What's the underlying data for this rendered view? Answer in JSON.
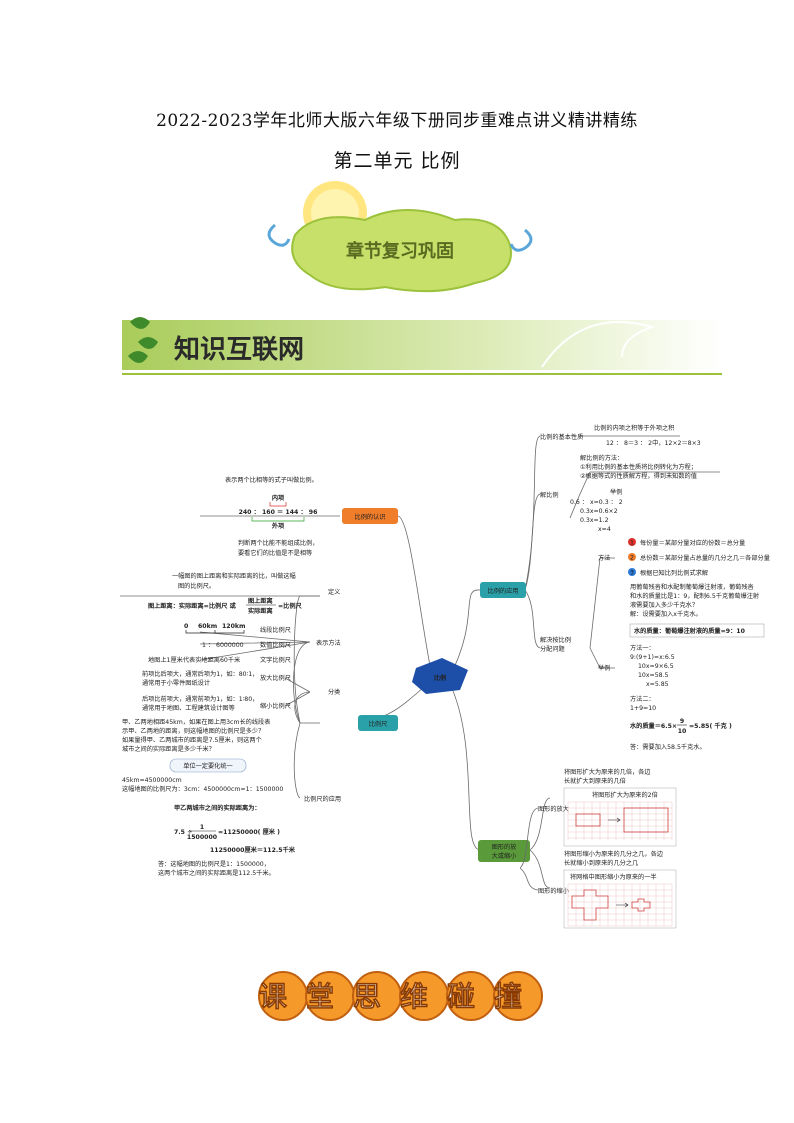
{
  "document": {
    "title": "2022-2023学年北师大版六年级下册同步重难点讲义精讲精练",
    "unit": "第二单元  比例"
  },
  "banners": {
    "chapter_review": "章节复习巩固",
    "knowledge_network": "知识互联网",
    "classroom": "课堂思维碰撞"
  },
  "mindmap": {
    "center": "比例",
    "left": {
      "recognition": {
        "label": "比例的认识",
        "def": "表示两个比相等的式子叫做比例。",
        "inner": "内项",
        "example": "240 ： 160 ＝ 144 ： 96",
        "outer": "外项",
        "judge1": "判断两个比能不能组成比例，",
        "judge2": "要看它们的比值是不是相等"
      },
      "scale": {
        "label": "比例尺",
        "definition": {
          "label": "定义",
          "text1": "一幅图的图上距离和实际距离的比，叫做这幅",
          "text2": "图的比例尺。",
          "formula_left": "图上距离：实际距离=比例尺  或",
          "frac_top": "图上距离",
          "frac_bottom": "实际距离",
          "formula_right": "=比例尺"
        },
        "representation": {
          "label": "表示方法",
          "line_scale": "线段比例尺",
          "ruler_0": "0",
          "ruler_60": "60km",
          "ruler_120": "120km",
          "numeric_scale": "数值比例尺",
          "numeric_example": "1 ： 6000000",
          "text_scale": "文字比例尺",
          "text_example": "地图上1厘米代表实地距离60千米"
        },
        "classification": {
          "label": "分类",
          "enlarge": "放大比例尺",
          "enlarge_t1": "前项比后项大，通常后项为1，如：80∶1，",
          "enlarge_t2": "通常用于小零件图纸设计",
          "reduce": "缩小比例尺",
          "reduce_t1": "后项比前项大，通常前项为1，如：1∶80，",
          "reduce_t2": "通常用于地图、工程建筑设计图等"
        },
        "application": {
          "label": "比例尺的应用",
          "problem1": "甲、乙两地相距45km，如果在图上用3cm长的线段表",
          "problem2": "示甲、乙两地的距离，则这幅地图的比例尺是多少？",
          "problem3": "如果量得甲、乙两城市的距离是7.5厘米，则这两个",
          "problem4": "城市之间的实际距离是多少千米？",
          "unify": "单位一定要化统一",
          "step1": "45km=4500000cm",
          "step2": "这幅地图的比例尺为：3cm：4500000cm=1：1500000",
          "step3": "甲乙两城市之间的实际距离为：",
          "step4_left": "7.5 ÷",
          "step4_num": "1",
          "step4_den": "1500000",
          "step4_right": "=11250000( 厘米 )",
          "step5": "11250000厘米＝112.5千米",
          "answer1": "答：这幅地图的比例尺是1：1500000，",
          "answer2": "这两个城市之间的实际距离是112.5千米。"
        }
      }
    },
    "right": {
      "application": {
        "label": "比例的应用",
        "basic": {
          "label": "比例的基本性质",
          "text": "比例的内项之积等于外项之积",
          "example": "12 ： 8＝3 ： 2中，12×2＝8×3"
        },
        "solve": {
          "label": "解比例",
          "method": "解比例的方法：",
          "m1": "①利用比例的基本性质将比例转化为方程；",
          "m2": "②根据等式的性质解方程，得到未知数的值",
          "ex_label": "举例",
          "e1": "0.6 ： x=0.3 ： 2",
          "e2": "0.3x=0.6×2",
          "e3": "0.3x=1.2",
          "e4": "x=4"
        },
        "distribution": {
          "label1": "解决按比例",
          "label2": "分配问题",
          "methods_label": "方法",
          "n1": "1",
          "m1": "每份量＝某部分量对应的份数＝总分量",
          "n2": "2",
          "m2": "总份数＝某部分量占总量的几分之几＝各部分量",
          "n3": "3",
          "m3": "根据已知比列比例式求解",
          "ex_label": "举例",
          "q1": "用葡萄残沓和水配制葡萄爆注射液，葡萄残沓",
          "q2": "和水的质量比是1：9，配制6.5千克葡萄爆注射",
          "q3": "液需要加入多少千克水？",
          "q4": "解：设需要加入x千克水。",
          "ratio": "水的质量：葡萄爆注射液的质量=9：10",
          "way1": "方法一：",
          "w1a": "9:(9+1)=x:6.5",
          "w1b": "10x=9×6.5",
          "w1c": "10x=58.5",
          "w1d": "x=5.85",
          "way2": "方法二：",
          "w2a": "1+9=10",
          "w2b_left": "水的质量＝6.5×",
          "w2b_num": "9",
          "w2b_den": "10",
          "w2b_right": "=5.85( 千克 )",
          "answer": "答：需要加入58.5千克水。"
        }
      },
      "figures": {
        "label1": "图形的放",
        "label2": "大或缩小",
        "enlarge": {
          "label": "图形的放大",
          "t1": "将图形扩大为原来的几倍，各边",
          "t2": "长就扩大到原来的几倍",
          "caption": "将图形扩大为原来的2倍"
        },
        "shrink": {
          "label": "图形的缩小",
          "t1": "将图形缩小为原来的几分之几，各边",
          "t2": "长就缩小到原来的几分之几",
          "caption": "将网格中图形缩小为原来的一半"
        }
      }
    }
  },
  "colors": {
    "center_blue": "#1d4fa8",
    "orange": "#f07d2a",
    "teal": "#2aa0a8",
    "green": "#5a9a3a",
    "red_label": "#e0302c",
    "green_label": "#2aa02a"
  }
}
